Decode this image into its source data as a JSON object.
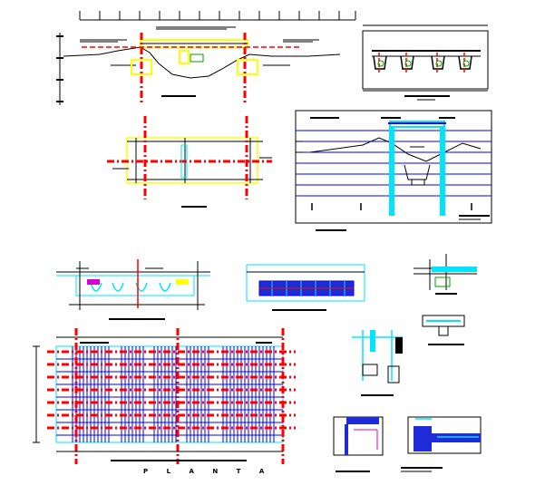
{
  "drawing": {
    "planta_label": "P L A N T A"
  },
  "colors": {
    "background": "#ffffff",
    "line": "#000000",
    "axis_red": "#ff0000",
    "beam_yellow": "#ffff00",
    "cyan": "#00e5ff",
    "blue": "#0000ff",
    "rebar_blue": "#1f2bd6",
    "magenta": "#d400d4",
    "green": "#00a000"
  },
  "icons": {
    "axis": "dash-dot-axis-line",
    "section_mark": "section-cut-mark"
  }
}
